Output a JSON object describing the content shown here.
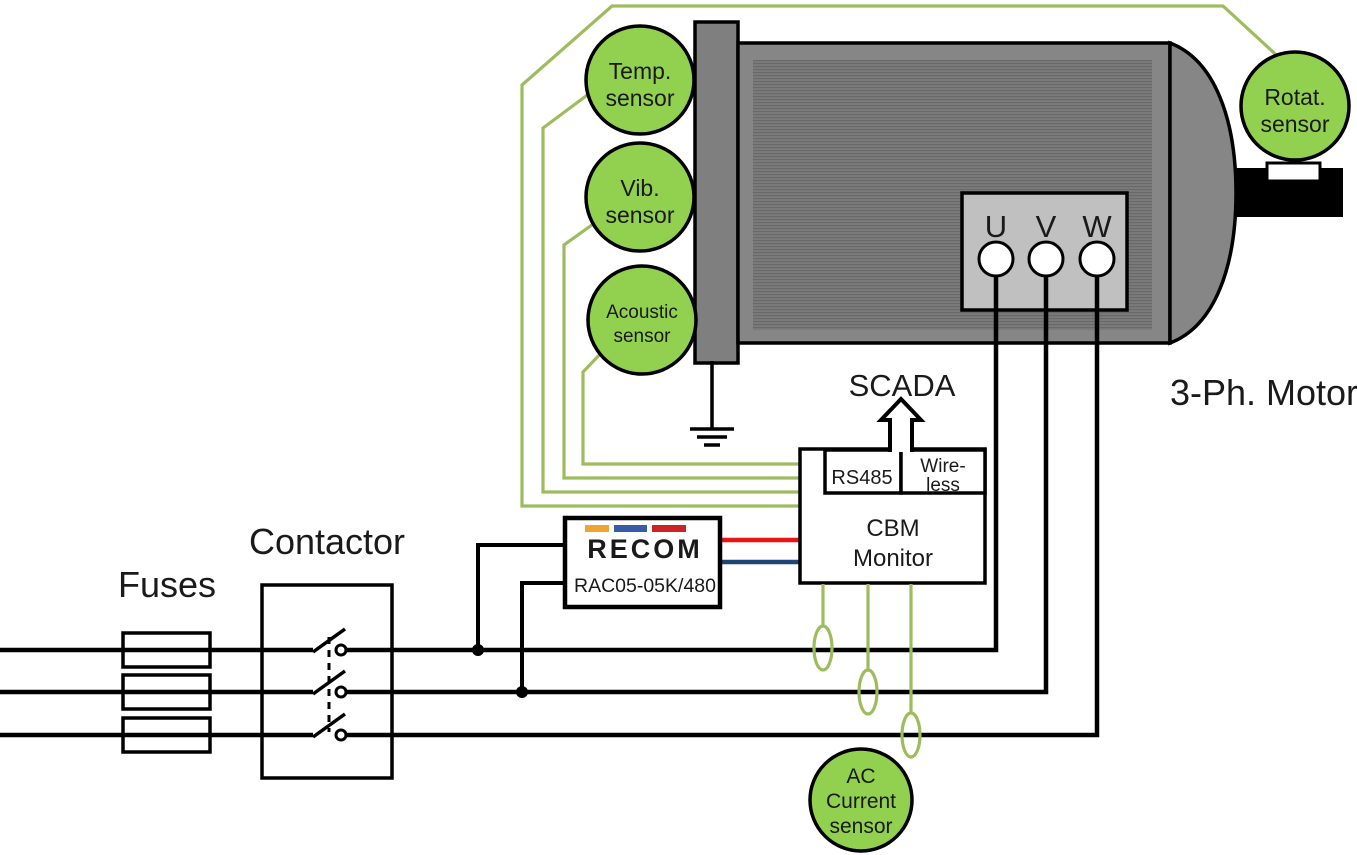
{
  "labels": {
    "fuses": "Fuses",
    "contactor": "Contactor",
    "motor": "3-Ph. Motor",
    "scada": "SCADA"
  },
  "sensors": {
    "temp": {
      "line1": "Temp.",
      "line2": "sensor"
    },
    "vib": {
      "line1": "Vib.",
      "line2": "sensor"
    },
    "acoustic": {
      "line1": "Acoustic",
      "line2": "sensor"
    },
    "rotat": {
      "line1": "Rotat.",
      "line2": "sensor"
    },
    "ac_current": {
      "line1": "AC",
      "line2": "Current",
      "line3": "sensor"
    }
  },
  "cbm": {
    "name_line1": "CBM",
    "name_line2": "Monitor",
    "rs485": "RS485",
    "wireless_line1": "Wire-",
    "wireless_line2": "less"
  },
  "psu": {
    "brand": "RECOM",
    "model": "RAC05-05K/480"
  },
  "terminals": {
    "u": "U",
    "v": "V",
    "w": "W"
  },
  "colors": {
    "sensor_green": "#92d050",
    "wire_green": "#9dbc5d",
    "wire_red": "#e91515",
    "wire_blue": "#1f4576",
    "recom_blue": "#3a5ca8",
    "recom_yellow": "#f0a431",
    "recom_red": "#cc2424",
    "motor_gray": "#868686",
    "plate_gray": "#7f7f7f",
    "terminal_box_gray": "#c0c0c0"
  }
}
